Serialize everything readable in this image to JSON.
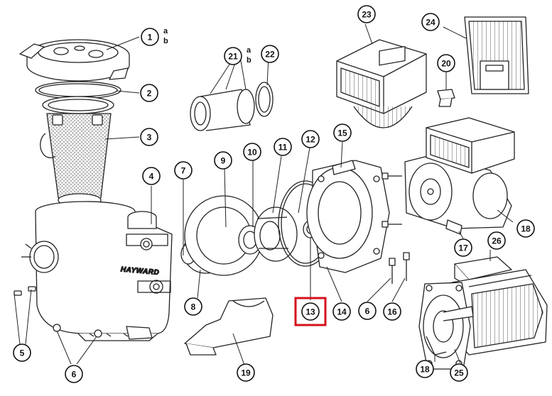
{
  "brand_label": "HAYWARD",
  "highlight_color": "#d4111c",
  "callouts": [
    {
      "id": "1",
      "label": "1",
      "sub": [
        "a",
        "b"
      ]
    },
    {
      "id": "2",
      "label": "2"
    },
    {
      "id": "3",
      "label": "3"
    },
    {
      "id": "4",
      "label": "4"
    },
    {
      "id": "5",
      "label": "5"
    },
    {
      "id": "6a",
      "label": "6"
    },
    {
      "id": "6b",
      "label": "6"
    },
    {
      "id": "7",
      "label": "7"
    },
    {
      "id": "8",
      "label": "8"
    },
    {
      "id": "9",
      "label": "9"
    },
    {
      "id": "10",
      "label": "10"
    },
    {
      "id": "11",
      "label": "11"
    },
    {
      "id": "12",
      "label": "12"
    },
    {
      "id": "13",
      "label": "13",
      "highlighted": true
    },
    {
      "id": "14",
      "label": "14"
    },
    {
      "id": "15",
      "label": "15"
    },
    {
      "id": "16",
      "label": "16"
    },
    {
      "id": "17",
      "label": "17"
    },
    {
      "id": "18a",
      "label": "18"
    },
    {
      "id": "18b",
      "label": "18"
    },
    {
      "id": "19",
      "label": "19"
    },
    {
      "id": "20",
      "label": "20"
    },
    {
      "id": "21",
      "label": "21",
      "sub": [
        "a",
        "b"
      ]
    },
    {
      "id": "22",
      "label": "22"
    },
    {
      "id": "23",
      "label": "23"
    },
    {
      "id": "24",
      "label": "24"
    },
    {
      "id": "25",
      "label": "25"
    },
    {
      "id": "26",
      "label": "26"
    }
  ]
}
